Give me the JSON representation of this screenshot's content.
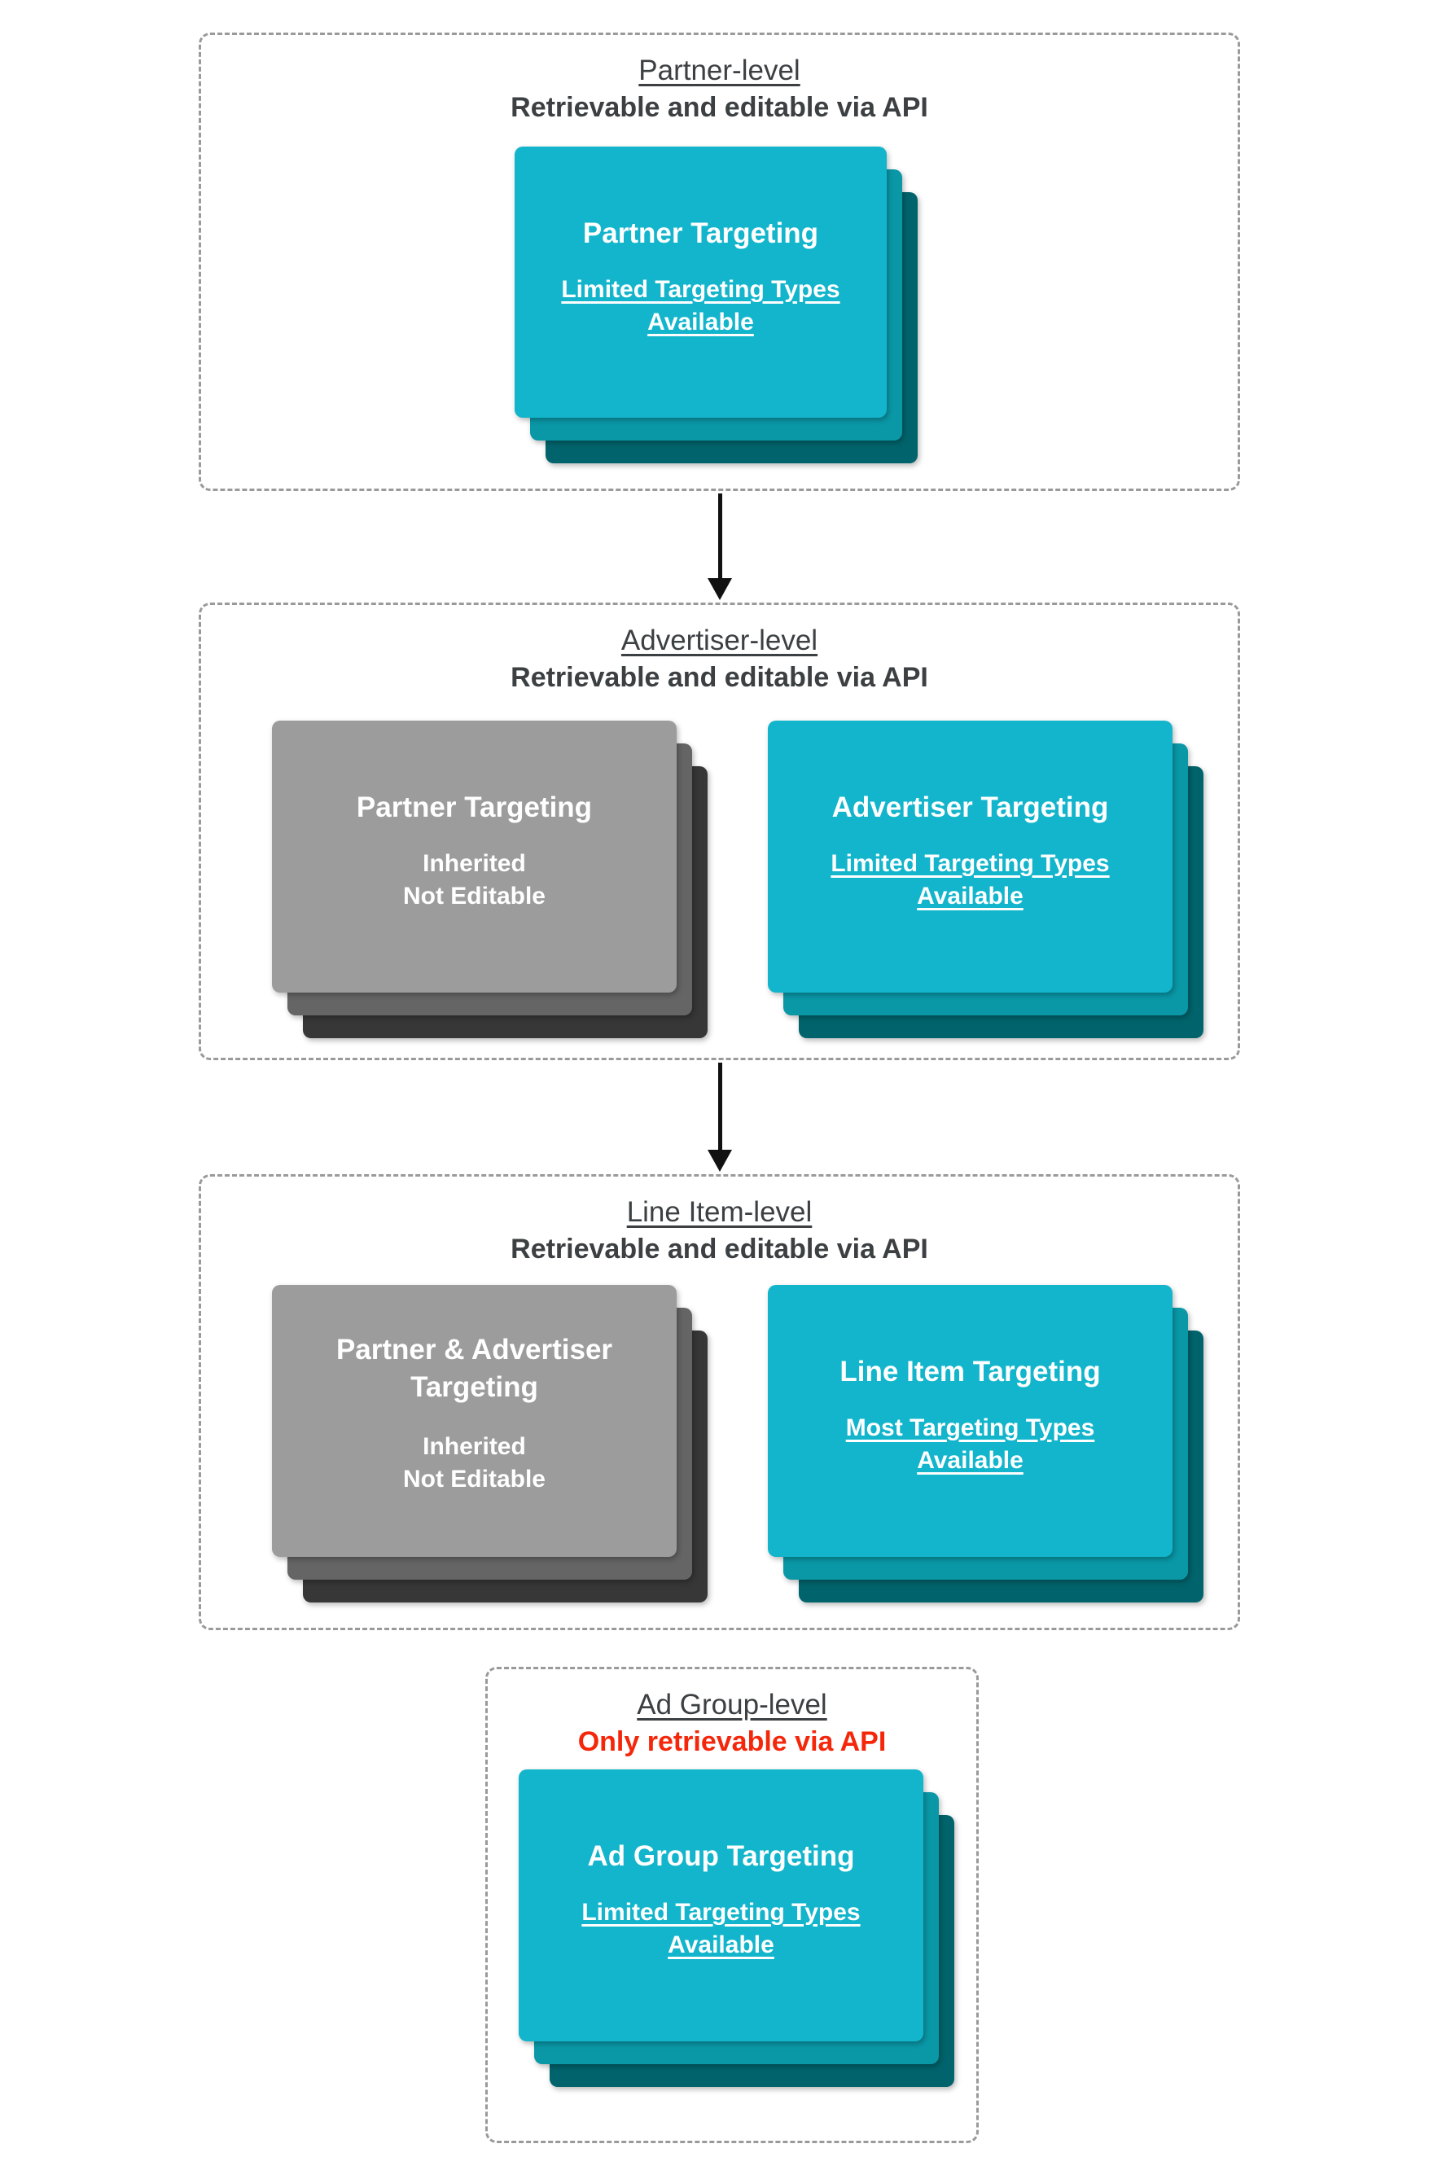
{
  "theme": {
    "heading": "#3c4043",
    "red": "#f5270b",
    "border": "#9a9a9a",
    "arrow": "#111111",
    "cardText": "#ffffff",
    "tealFront": "#12b5cb",
    "tealMid": "#0a98a7",
    "tealBack": "#01646c",
    "grayFront": "#9c9c9c",
    "grayMid": "#656565",
    "grayBack": "#373737"
  },
  "sections": [
    {
      "id": "partner-level",
      "title": "Partner-level",
      "subtitle": "Retrievable and editable via API",
      "cards": [
        {
          "variant": "teal",
          "title_lines": [
            "Partner Targeting"
          ],
          "body_lines": [
            "Limited Targeting Types",
            "Available"
          ],
          "body_underline": true
        }
      ]
    },
    {
      "id": "advertiser-level",
      "title": "Advertiser-level",
      "subtitle": "Retrievable and editable via API",
      "cards": [
        {
          "variant": "gray",
          "title_lines": [
            "Partner Targeting"
          ],
          "body_lines": [
            "Inherited",
            "Not Editable"
          ],
          "body_underline": false
        },
        {
          "variant": "teal",
          "title_lines": [
            "Advertiser Targeting"
          ],
          "body_lines": [
            "Limited Targeting Types",
            "Available"
          ],
          "body_underline": true
        }
      ]
    },
    {
      "id": "line-item-level",
      "title": "Line Item-level",
      "subtitle": "Retrievable and editable via API",
      "cards": [
        {
          "variant": "gray",
          "title_lines": [
            "Partner & Advertiser",
            "Targeting"
          ],
          "body_lines": [
            "Inherited",
            "Not Editable"
          ],
          "body_underline": false
        },
        {
          "variant": "teal",
          "title_lines": [
            "Line Item Targeting"
          ],
          "body_lines": [
            "Most Targeting Types",
            "Available"
          ],
          "body_underline": true
        }
      ]
    },
    {
      "id": "ad-group-level",
      "title": "Ad Group-level",
      "subtitle": "Only retrievable via API",
      "cards": [
        {
          "variant": "teal",
          "title_lines": [
            "Ad Group Targeting"
          ],
          "body_lines": [
            "Limited Targeting Types",
            "Available"
          ],
          "body_underline": true
        }
      ]
    }
  ]
}
